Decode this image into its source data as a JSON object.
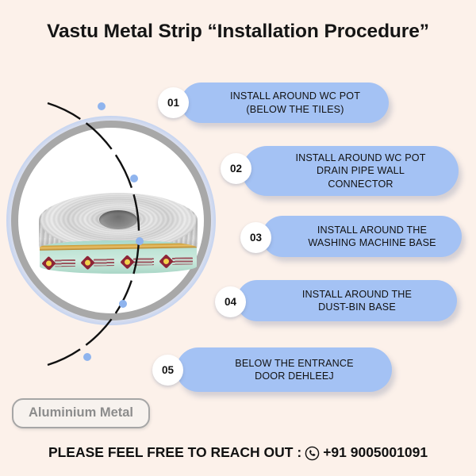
{
  "page": {
    "title": "Vastu Metal Strip “Installation Procedure”",
    "background_color": "#fcf1ea",
    "accent_color": "#a4c2f4"
  },
  "product": {
    "image_alt": "aluminium-metal-strip-roll",
    "material_tag": "Aluminium Metal"
  },
  "steps": [
    {
      "number": "01",
      "label": "INSTALL AROUND WC POT\n(BELOW THE TILES)"
    },
    {
      "number": "02",
      "label": "INSTALL AROUND WC POT\nDRAIN PIPE WALL\nCONNECTOR"
    },
    {
      "number": "03",
      "label": "INSTALL AROUND THE\nWASHING MACHINE BASE"
    },
    {
      "number": "04",
      "label": "INSTALL AROUND THE\nDUST-BIN BASE"
    },
    {
      "number": "05",
      "label": "BELOW THE ENTRANCE\nDOOR DEHLEEJ"
    }
  ],
  "footer": {
    "text": "PLEASE FEEL FREE TO REACH OUT :",
    "phone_icon": "phone-icon",
    "phone": "+91 9005001091"
  }
}
